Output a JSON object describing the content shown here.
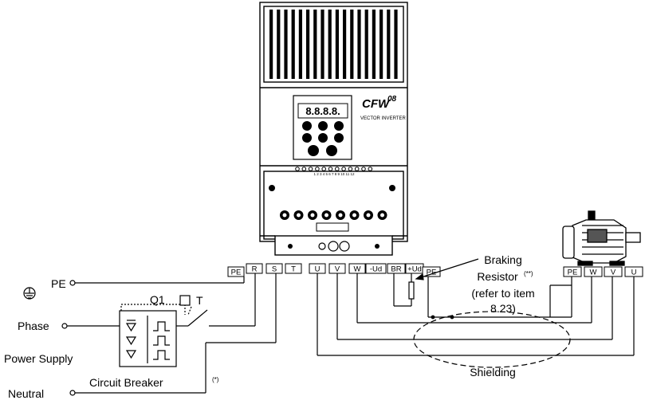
{
  "inverter": {
    "brand": "CFW",
    "series": "08",
    "subtitle": "VECTOR INVERTER",
    "display": "8.8.8.8.",
    "control_terminal_numbers": "1 2 3 4 5 6 7 8 9 10 11 12",
    "keys": [
      "up-key",
      "prog-key",
      "start-key",
      "down-key",
      "jog-key",
      "stop-key",
      "local-remote-key",
      "reverse-key"
    ]
  },
  "terminals": {
    "drive": [
      "PE",
      "R",
      "S",
      "T",
      "U",
      "V",
      "W",
      "-Ud",
      "BR",
      "+Ud",
      "PE"
    ],
    "motor": [
      "PE",
      "W",
      "V",
      "U"
    ]
  },
  "labels": {
    "pe": "PE",
    "phase": "Phase",
    "power_supply": "Power Supply",
    "neutral": "Neutral",
    "q1": "Q1",
    "t": "T",
    "circuit_breaker": "Circuit Breaker",
    "circuit_breaker_note": "(*)",
    "braking_resistor_line1": "Braking",
    "braking_resistor_line2": "Resistor",
    "braking_resistor_note": "(**)",
    "braking_refer_line1": "(refer to item",
    "braking_refer_line2": "8.23)",
    "shielding": "Shielding"
  }
}
